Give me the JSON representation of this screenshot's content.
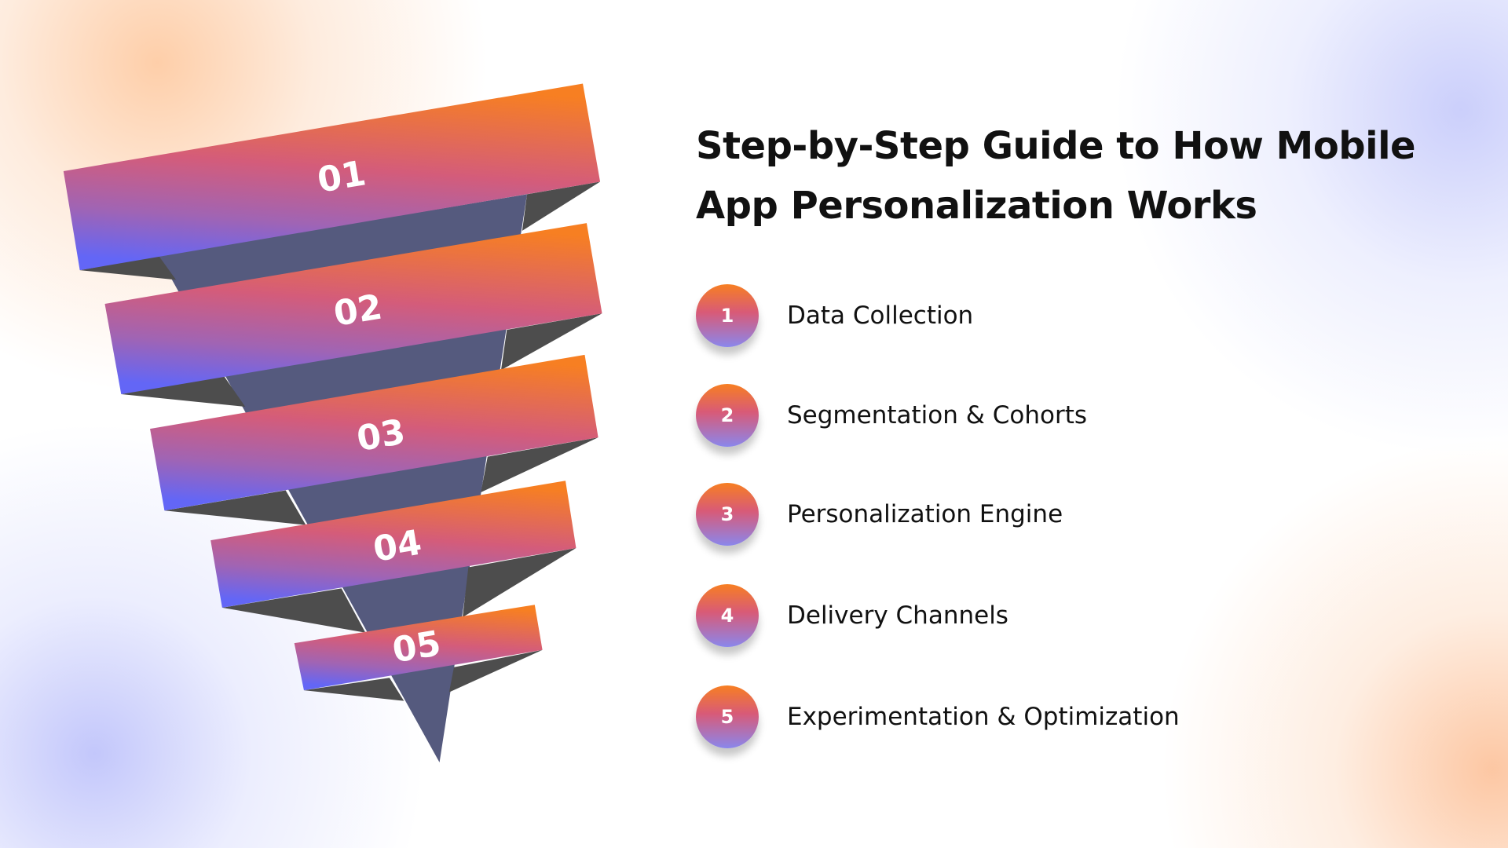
{
  "title": "Step-by-Step Guide to How Mobile App Personalization Works",
  "funnel_labels": [
    "01",
    "02",
    "03",
    "04",
    "05"
  ],
  "steps": [
    {
      "number": "1",
      "label": "Data Collection"
    },
    {
      "number": "2",
      "label": "Segmentation & Cohorts"
    },
    {
      "number": "3",
      "label": "Personalization Engine"
    },
    {
      "number": "4",
      "label": "Delivery Channels"
    },
    {
      "number": "5",
      "label": "Experimentation & Optimization"
    }
  ],
  "colors": {
    "orange": "#f77f22",
    "pink": "#d45c7a",
    "blue": "#6366f1",
    "funnel_grey": "#555a7e",
    "shadow": "#4a4a4a"
  }
}
